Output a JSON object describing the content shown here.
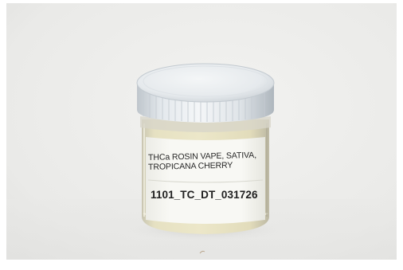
{
  "photo": {
    "subject": "jar-with-label",
    "label": {
      "line1": "THCa ROSIN VAPE, SATIVA,",
      "line2": "TROPICANA CHERRY",
      "sample_id": "1101_TC_DT_031726"
    },
    "colors": {
      "backdrop": "#ececea",
      "lid": "#e7ebee",
      "jar_contents": "#e3dcb4",
      "label_paper": "#f7f7f2"
    }
  }
}
